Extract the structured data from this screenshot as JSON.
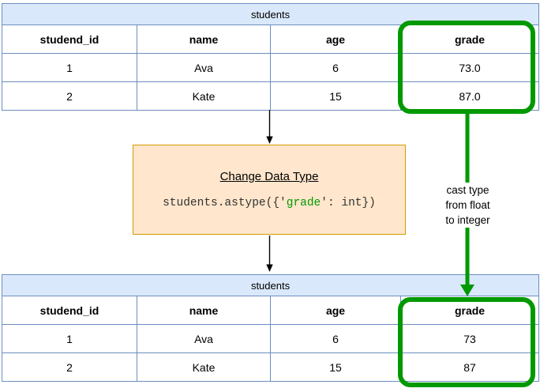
{
  "top_table": {
    "title": "students",
    "columns": [
      "studend_id",
      "name",
      "age",
      "grade"
    ],
    "rows": [
      [
        "1",
        "Ava",
        "6",
        "73.0"
      ],
      [
        "2",
        "Kate",
        "15",
        "87.0"
      ]
    ],
    "highlighted_column": "grade"
  },
  "transform_box": {
    "title": "Change Data Type",
    "code_prefix": "students.astype({'",
    "code_highlight": "grade",
    "code_suffix": "': int})"
  },
  "bottom_table": {
    "title": "students",
    "columns": [
      "studend_id",
      "name",
      "age",
      "grade"
    ],
    "rows": [
      [
        "1",
        "Ava",
        "6",
        "73"
      ],
      [
        "2",
        "Kate",
        "15",
        "87"
      ]
    ],
    "highlighted_column": "grade"
  },
  "cast_label": {
    "lines": [
      "cast type",
      "from float",
      "to integer"
    ]
  },
  "colors": {
    "table_title_bg": "#dae8fc",
    "table_border": "#6c8ebf",
    "highlight_green": "#009900",
    "box_bg": "#ffe6cc",
    "box_border": "#d79b00",
    "code_text": "#333333"
  }
}
